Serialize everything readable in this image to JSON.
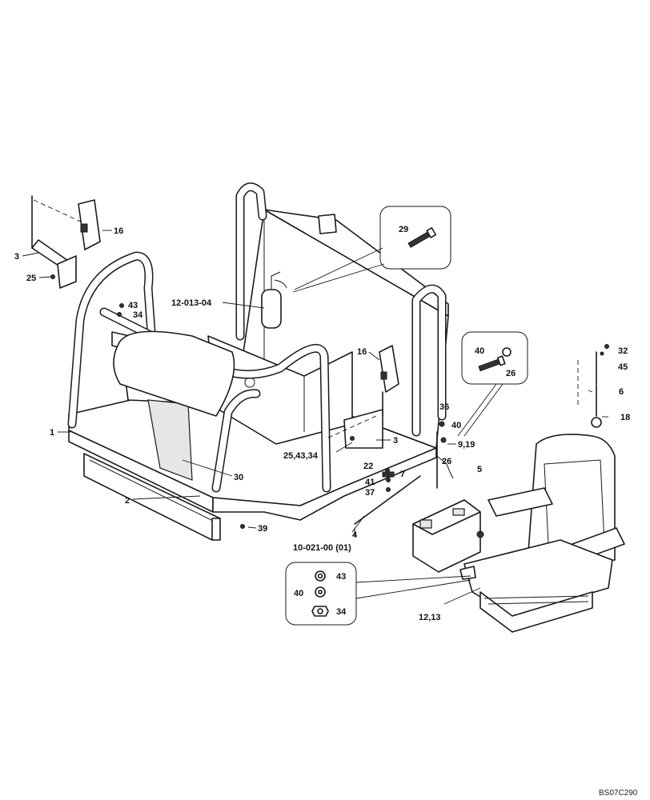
{
  "labels": {
    "l16a": "16",
    "l3a": "3",
    "l25": "25",
    "l43a": "43",
    "l34a": "34",
    "l12_013_04": "12-013-04",
    "l29": "29",
    "l16b": "16",
    "l1": "1",
    "l40a": "40",
    "l26a": "26",
    "l32": "32",
    "l45": "45",
    "l6": "6",
    "l18": "18",
    "l36": "36",
    "l40b": "40",
    "l3b": "3",
    "l9_19": "9,19",
    "l26b": "26",
    "l25_43_34": "25,43,34",
    "l22": "22",
    "l7": "7",
    "l30": "30",
    "l5": "5",
    "l41": "41",
    "l37": "37",
    "l2": "2",
    "l4": "4",
    "l39": "39",
    "l10_021_00": "10-021-00 (01)",
    "l43b": "43",
    "l40c": "40",
    "l34b": "34",
    "l12_13": "12,13"
  },
  "drawing_code": "BS07C290"
}
